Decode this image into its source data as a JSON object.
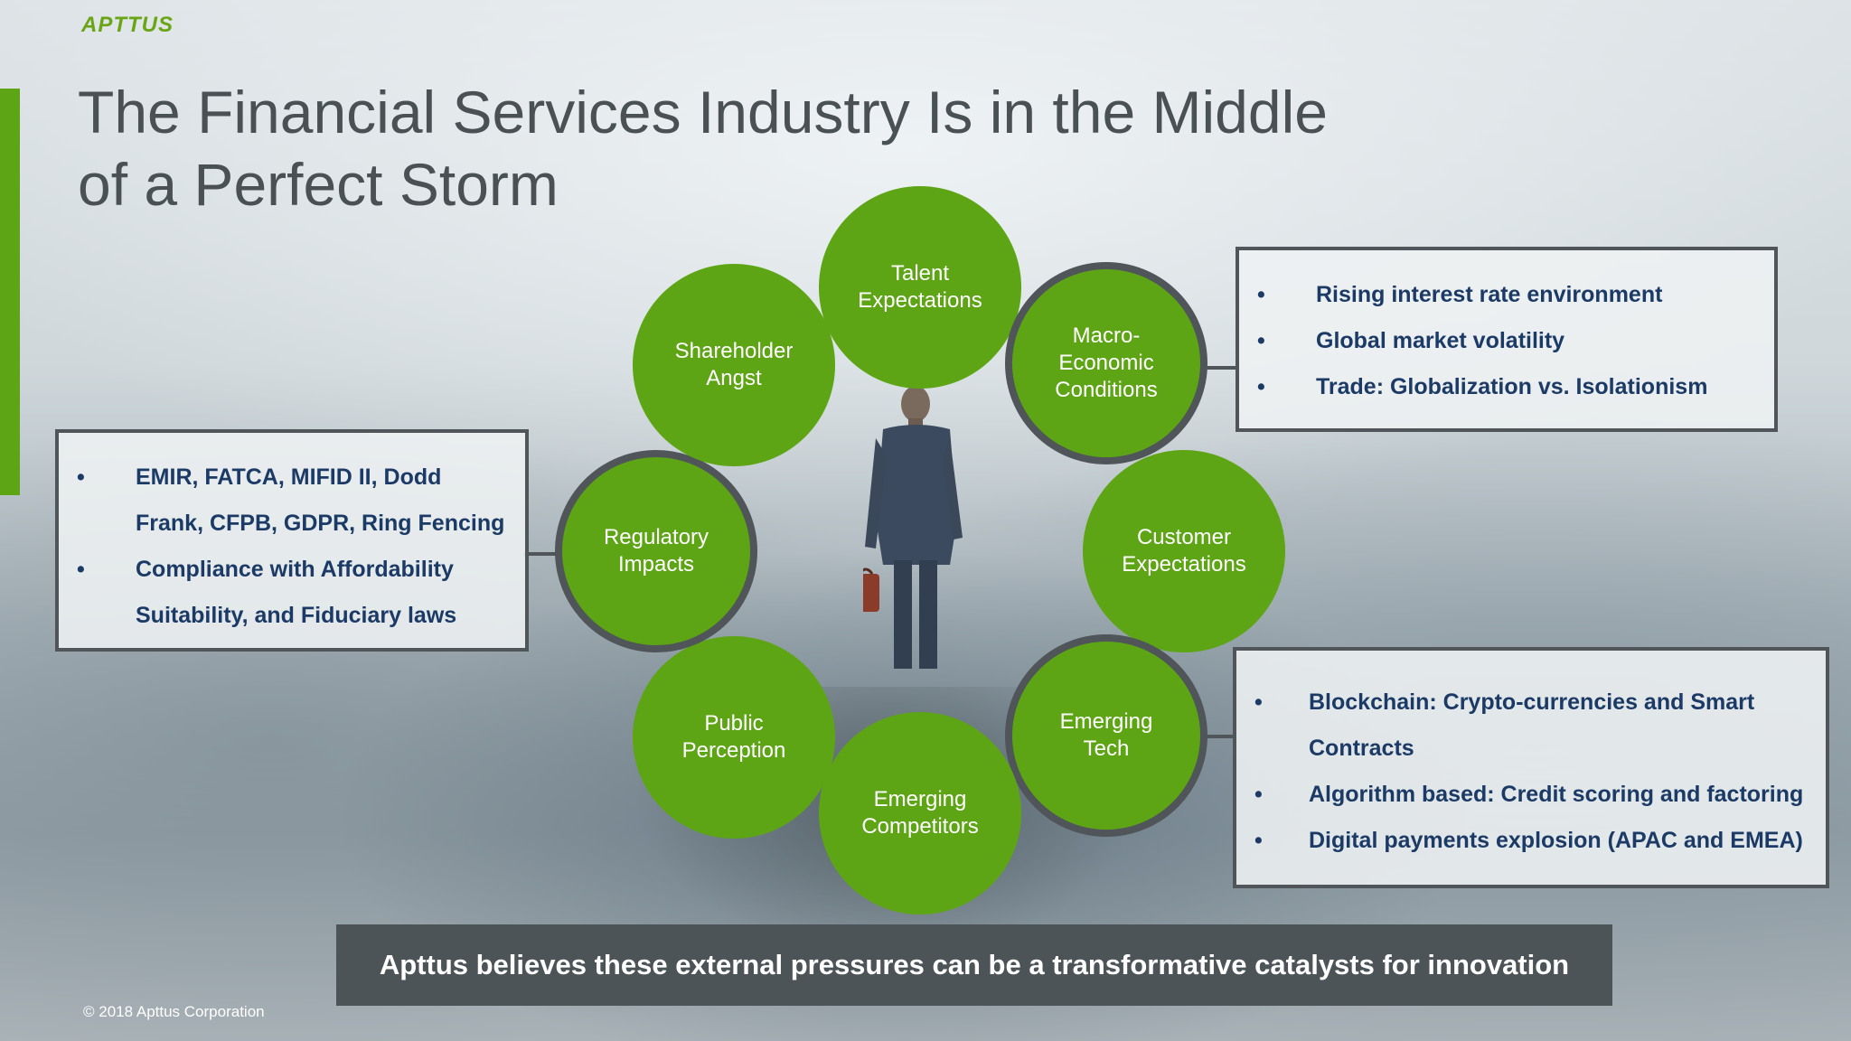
{
  "brand": {
    "logo": "APTTUS",
    "accent_color": "#5ea516",
    "dark_color": "#4d5458",
    "bullet_text_color": "#1b3a66"
  },
  "title": {
    "line1": "The Financial Services Industry Is in the Middle",
    "line2": "of a Perfect Storm"
  },
  "circles": [
    {
      "id": "talent",
      "line1": "Talent",
      "line2": "Expectations",
      "line3": ""
    },
    {
      "id": "macro",
      "line1": "Macro-",
      "line2": "Economic",
      "line3": "Conditions"
    },
    {
      "id": "customer",
      "line1": "Customer",
      "line2": "Expectations",
      "line3": ""
    },
    {
      "id": "tech",
      "line1": "Emerging",
      "line2": "Tech",
      "line3": ""
    },
    {
      "id": "competitors",
      "line1": "Emerging",
      "line2": "Competitors",
      "line3": ""
    },
    {
      "id": "public",
      "line1": "Public",
      "line2": "Perception",
      "line3": ""
    },
    {
      "id": "regulatory",
      "line1": "Regulatory",
      "line2": "Impacts",
      "line3": ""
    },
    {
      "id": "shareholder",
      "line1": "Shareholder",
      "line2": "Angst",
      "line3": ""
    }
  ],
  "macro_box": {
    "items": [
      "Rising interest rate environment",
      "Global market volatility",
      "Trade: Globalization vs. Isolationism"
    ]
  },
  "regulatory_box": {
    "items": [
      {
        "line1": "EMIR, FATCA, MIFID II, Dodd",
        "line2": "Frank, CFPB, GDPR, Ring Fencing"
      },
      {
        "line1": "Compliance with Affordability",
        "line2": "Suitability, and Fiduciary laws"
      }
    ]
  },
  "tech_box": {
    "items": [
      {
        "line1": "Blockchain: Crypto-currencies and Smart",
        "line2": "Contracts"
      },
      {
        "line1": "Algorithm based: Credit scoring and factoring",
        "line2": ""
      },
      {
        "line1": "Digital payments explosion (APAC and EMEA)",
        "line2": ""
      }
    ]
  },
  "bullet": "•",
  "banner": "Apttus believes these external pressures can be a transformative catalysts for innovation",
  "copyright": "© 2018 Apttus Corporation"
}
